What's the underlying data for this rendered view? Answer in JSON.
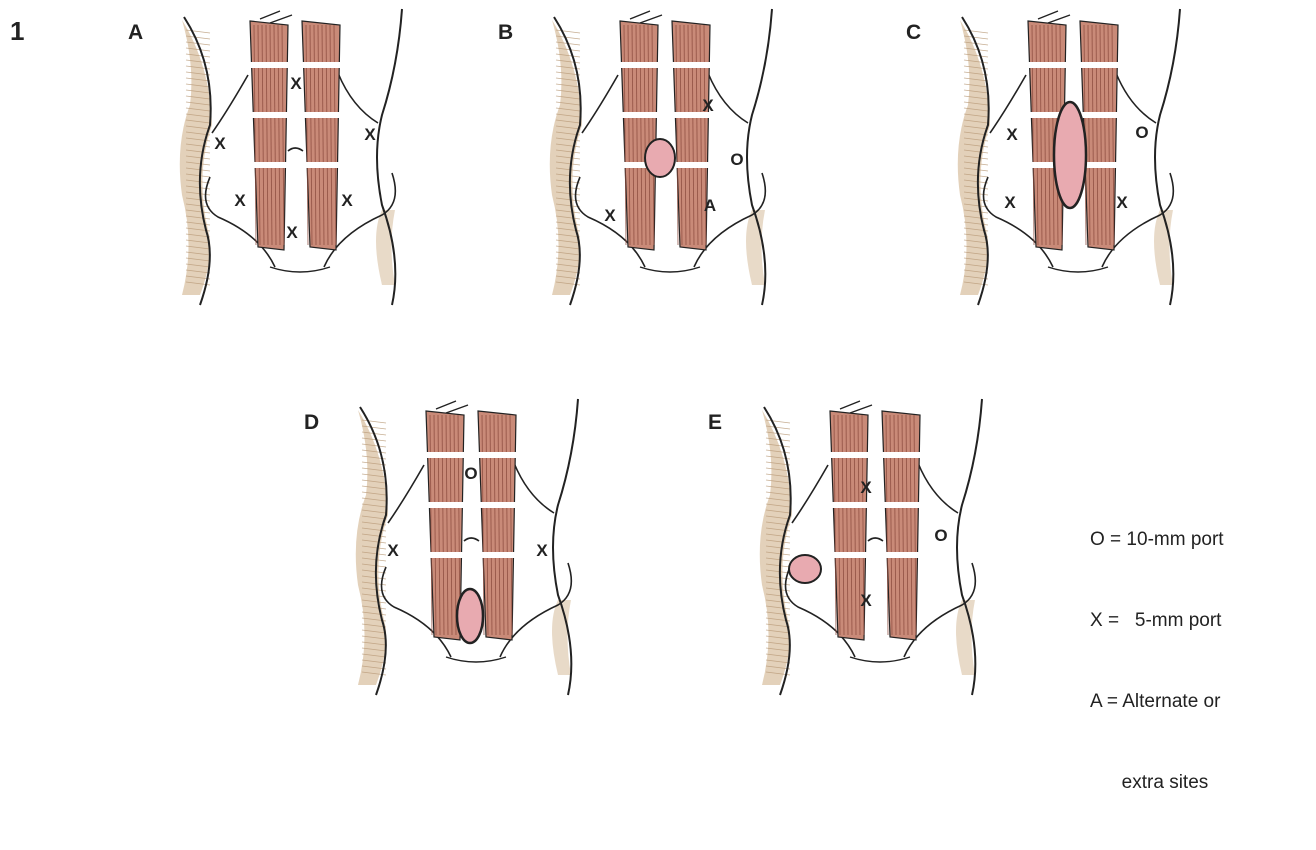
{
  "figure_number": "1",
  "panels": [
    {
      "label": "A",
      "marks": [
        "X",
        "X",
        "X",
        "X",
        "X",
        "X"
      ],
      "incision": "none"
    },
    {
      "label": "B",
      "marks": [
        "X",
        "O",
        "X",
        "A"
      ],
      "incision": "umbilical-round"
    },
    {
      "label": "C",
      "marks": [
        "X",
        "O",
        "X",
        "X"
      ],
      "incision": "long-midline"
    },
    {
      "label": "D",
      "marks": [
        "O",
        "X",
        "X"
      ],
      "incision": "lower-midline"
    },
    {
      "label": "E",
      "marks": [
        "X",
        "O",
        "X"
      ],
      "incision": "right-lower-round"
    }
  ],
  "legend": [
    "O = 10-mm port",
    "X =   5-mm port",
    "A = Alternate or",
    "      extra sites"
  ],
  "colors": {
    "muscle": "#c98a78",
    "muscle_stripe": "#8a4a3d",
    "skin_shade": "#d9c2a3",
    "incision": "#e8aab0",
    "outline": "#222222"
  }
}
